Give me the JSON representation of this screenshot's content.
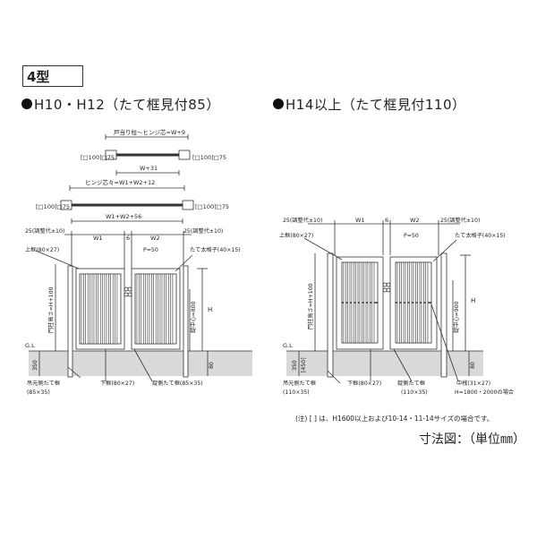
{
  "title": {
    "type_label": "4型"
  },
  "sections": {
    "left": {
      "heading": "H10・H12（たて框見付85）"
    },
    "right": {
      "heading": "H14以上（たて框見付110）"
    }
  },
  "left_diagram": {
    "dim_top1": "戸当り柱～ヒンジ芯=W+9",
    "box_a": "[□100]□75",
    "dim_w31": "W+31",
    "box_b": "[□100]□75",
    "dim_hinge": "ヒンジ芯々=W1+W2+12",
    "dim_w56": "W1+W2+56",
    "adj_left": "25(調整代±10)",
    "adj_right": "25(調整代±10)",
    "w1": "W1",
    "six": "6",
    "w2": "W2",
    "top_rail": "上框(80×27)",
    "p50": "P=50",
    "vert_slat": "たて太格子(40×15)",
    "post_height": "門柱高さ=H+100",
    "h": "H",
    "center_height": "錠中心=800",
    "gl": "G.L",
    "depth350": "350",
    "depth80": "80",
    "hinge_stile": "吊元側たて框",
    "hinge_stile_size": "(85×35)",
    "bottom_rail": "下框(80×27)",
    "lock_stile": "錠側たて框(85×35)"
  },
  "right_diagram": {
    "adj_left": "25(調整代±10)",
    "adj_right": "25(調整代±10)",
    "w1": "W1",
    "six": "6",
    "w2": "W2",
    "top_rail": "上框(80×27)",
    "p50": "P=50",
    "vert_slat": "たて太格子(40×15)",
    "post_height": "門柱高さ=H+100",
    "h": "H",
    "center_height": "錠中心=900",
    "gl": "G.L",
    "depth350": "350",
    "depth450": "[450]",
    "depth80": "80",
    "hinge_stile": "吊元側たて框",
    "hinge_stile_size": "(110×35)",
    "bottom_rail": "下框(80×27)",
    "lock_stile": "錠側たて框",
    "lock_stile_size": "(110×35)",
    "mid_rail": "中桟(31×27)",
    "mid_rail_note": "H=1800・2000の場合"
  },
  "footnote": "(注) [ ] は、H1600以上および10-14・11-14サイズの場合です。",
  "unit_label": "寸法図：（単位㎜）"
}
